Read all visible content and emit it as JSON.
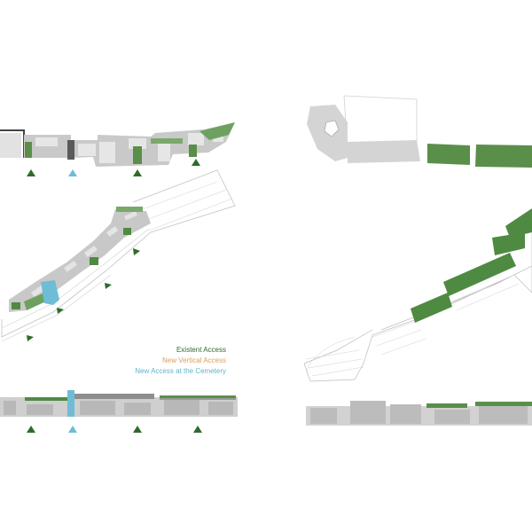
{
  "legend": {
    "existent_access": {
      "label": "Existent Access",
      "color": "#2f6b2a"
    },
    "new_vertical_access": {
      "label": "New Vertical Access",
      "color": "#d9a05b"
    },
    "new_cemetery_access": {
      "label": "New Access at the Cemetery",
      "color": "#5fb3cc"
    }
  },
  "palette": {
    "green_roof": "#5a8f4a",
    "green_light": "#6ea160",
    "grey_block": "#d4d4d4",
    "grey_dark": "#8e8e8e",
    "outline": "#bdbdbd",
    "marker_green": "#2e6b2a",
    "marker_blue": "#6fbcd6"
  },
  "markers": {
    "plan_top": [
      "existent",
      "cemetery",
      "existent",
      "existent"
    ],
    "elevation_bottom": [
      "existent",
      "cemetery",
      "existent",
      "existent"
    ]
  }
}
